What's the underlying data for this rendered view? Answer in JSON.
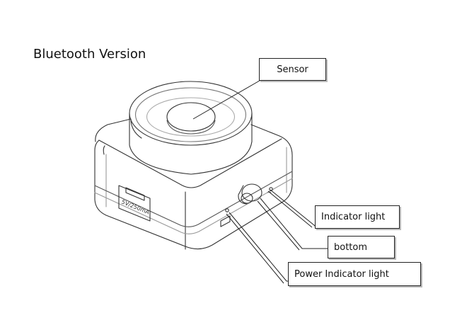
{
  "title": "Bluetooth Version",
  "labels": {
    "sensor": "Sensor",
    "indicator_light": "Indicator light",
    "bottom": "bottom",
    "power_indicator_light": "Power Indicator light"
  }
}
